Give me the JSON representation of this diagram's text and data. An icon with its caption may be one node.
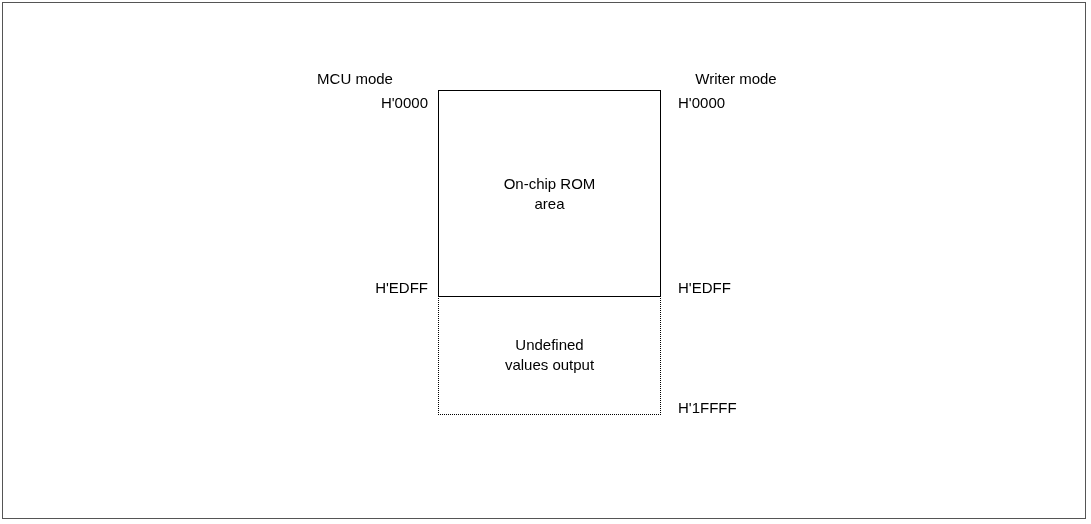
{
  "diagram": {
    "nodes": [
      {
        "text": [
          "On-chip ROM area"
        ]
      },
      {
        "text": [
          "Undefined values output"
        ]
      }
    ],
    "labels": [
      "MCU mode",
      "Writer mode",
      "H'0000",
      "H'0000",
      "H'EDFF",
      "H'EDFF",
      "H'1FFFF"
    ]
  }
}
